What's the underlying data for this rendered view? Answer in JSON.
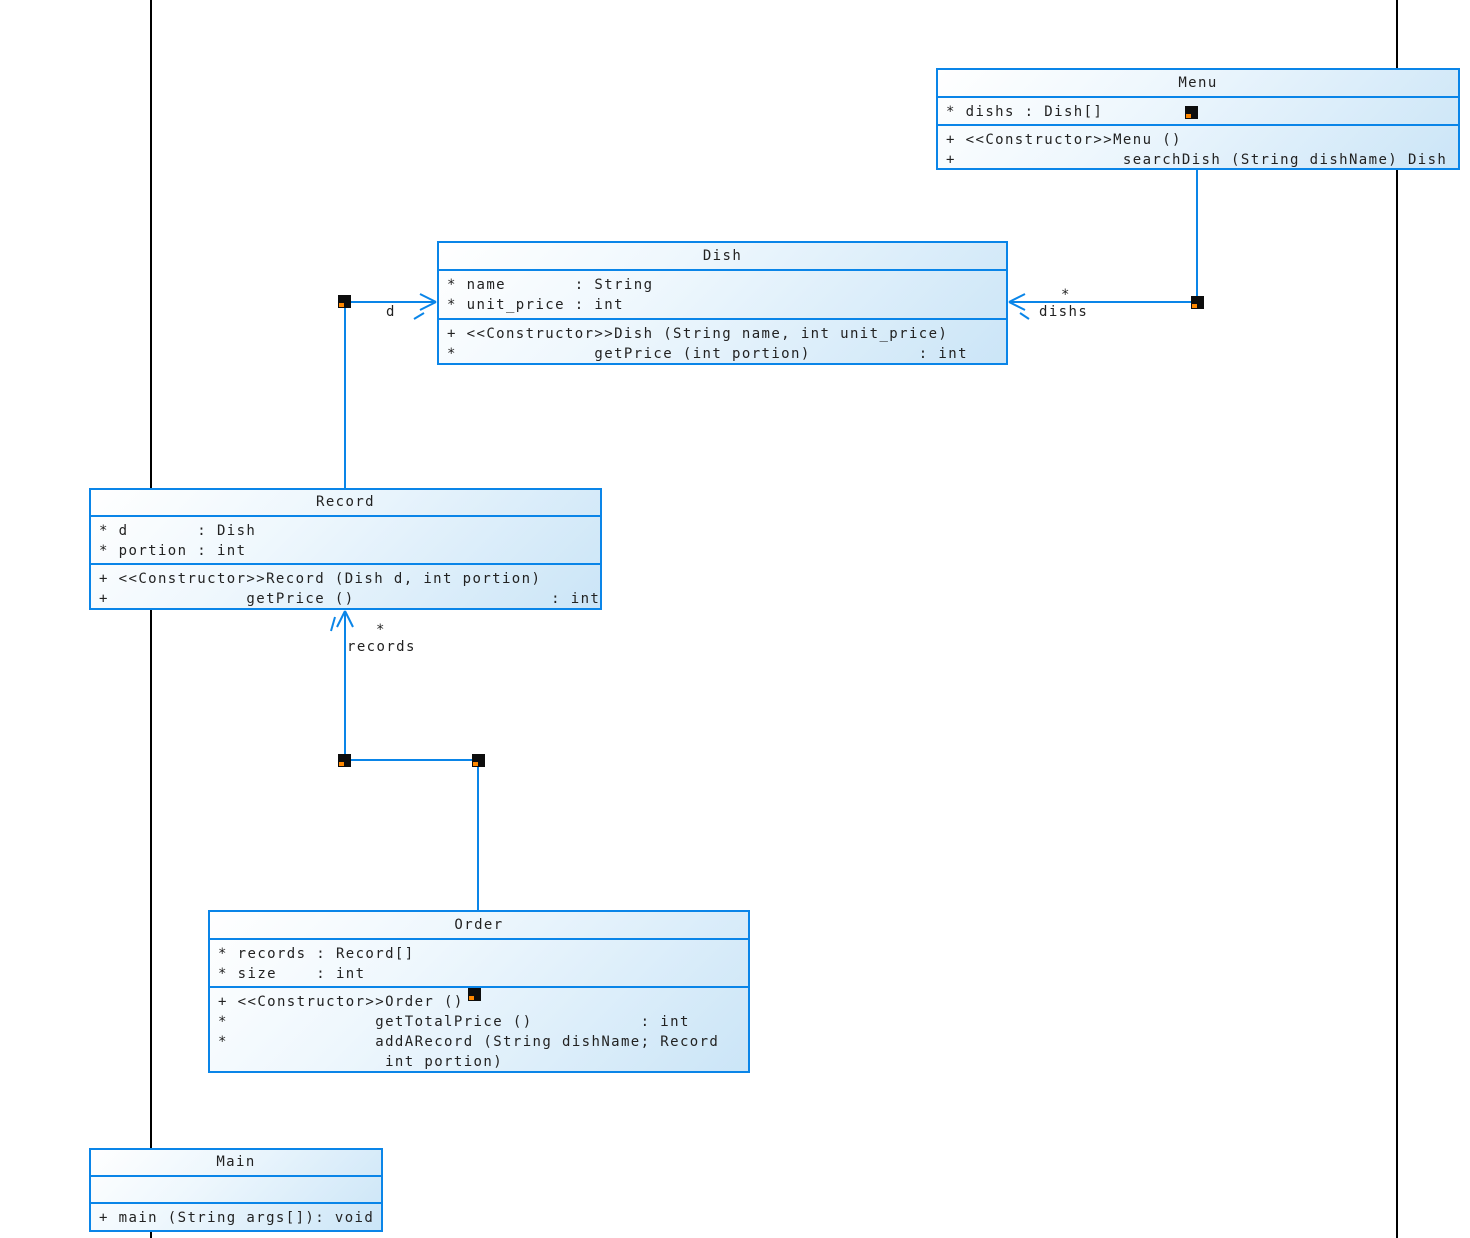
{
  "diagram": {
    "classes": {
      "menu": {
        "title": "Menu",
        "attributes": [
          "* dishs : Dish[]"
        ],
        "methods": [
          "+ <<Constructor>>Menu ()",
          "+                 searchDish (String dishName) Dish"
        ]
      },
      "dish": {
        "title": "Dish",
        "attributes": [
          "* name       : String",
          "* unit_price : int"
        ],
        "methods": [
          "+ <<Constructor>>Dish (String name, int unit_price)",
          "*              getPrice (int portion)           : int"
        ]
      },
      "record": {
        "title": "Record",
        "attributes": [
          "* d       : Dish",
          "* portion : int"
        ],
        "methods": [
          "+ <<Constructor>>Record (Dish d, int portion)",
          "+              getPrice ()                    : int"
        ]
      },
      "order": {
        "title": "Order",
        "attributes": [
          "* records : Record[]",
          "* size    : int"
        ],
        "methods": [
          "+ <<Constructor>>Order ()",
          "*               getTotalPrice ()           : int",
          "*               addARecord (String dishName; Record",
          "                 int portion)"
        ]
      },
      "main": {
        "title": "Main",
        "attributes": [],
        "methods": [
          "+ main (String args[]): void"
        ]
      }
    },
    "associations": {
      "record_dish": {
        "role_label": "d"
      },
      "menu_dish": {
        "multiplicity": "*",
        "role_label": "dishs"
      },
      "order_record": {
        "multiplicity": "*",
        "role_label": "records"
      }
    },
    "colors": {
      "accent_blue": "#0a85e8",
      "box_fill_light": "#ffffff",
      "box_fill_dark": "#cbe5f7",
      "text": "#222222",
      "frame_line": "#000000",
      "handle_fill": "#0d0d0d",
      "handle_notch": "#ff8800"
    }
  }
}
